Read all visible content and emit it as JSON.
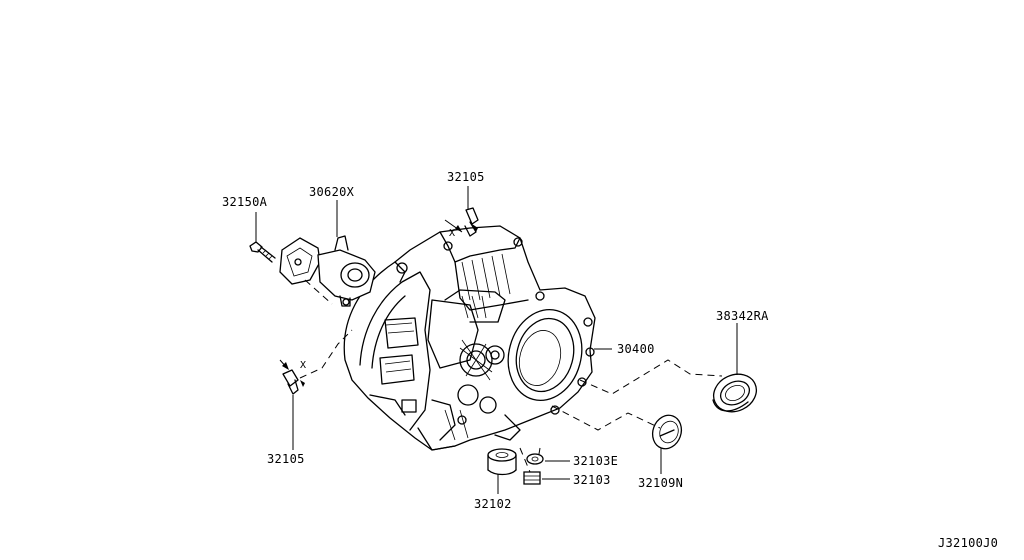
{
  "diagram_code": "J32100J0",
  "callouts": [
    {
      "id": "32150A"
    },
    {
      "id": "30620X"
    },
    {
      "id": "32105"
    },
    {
      "id": "30400"
    },
    {
      "id": "38342RA"
    },
    {
      "id": "32105"
    },
    {
      "id": "32103E"
    },
    {
      "id": "32103"
    },
    {
      "id": "32109N"
    },
    {
      "id": "32102"
    }
  ],
  "dimension_marks": [
    "X",
    "X"
  ]
}
